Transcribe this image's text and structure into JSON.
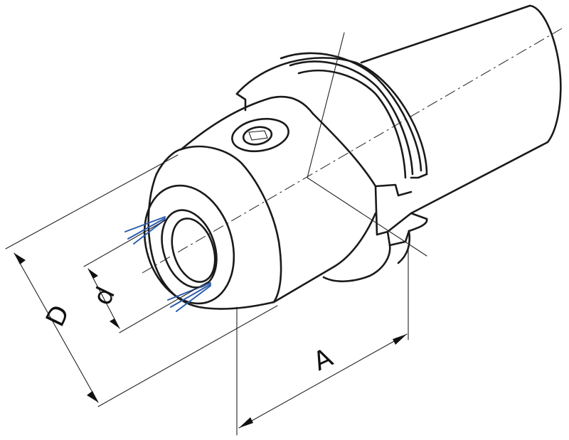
{
  "diagram": {
    "labels": {
      "outer_diameter": "D",
      "bore_diameter": "d",
      "length": "A"
    },
    "colors": {
      "outline": "#1a1a1a",
      "coolant_arrows": "#2b5cab"
    }
  }
}
